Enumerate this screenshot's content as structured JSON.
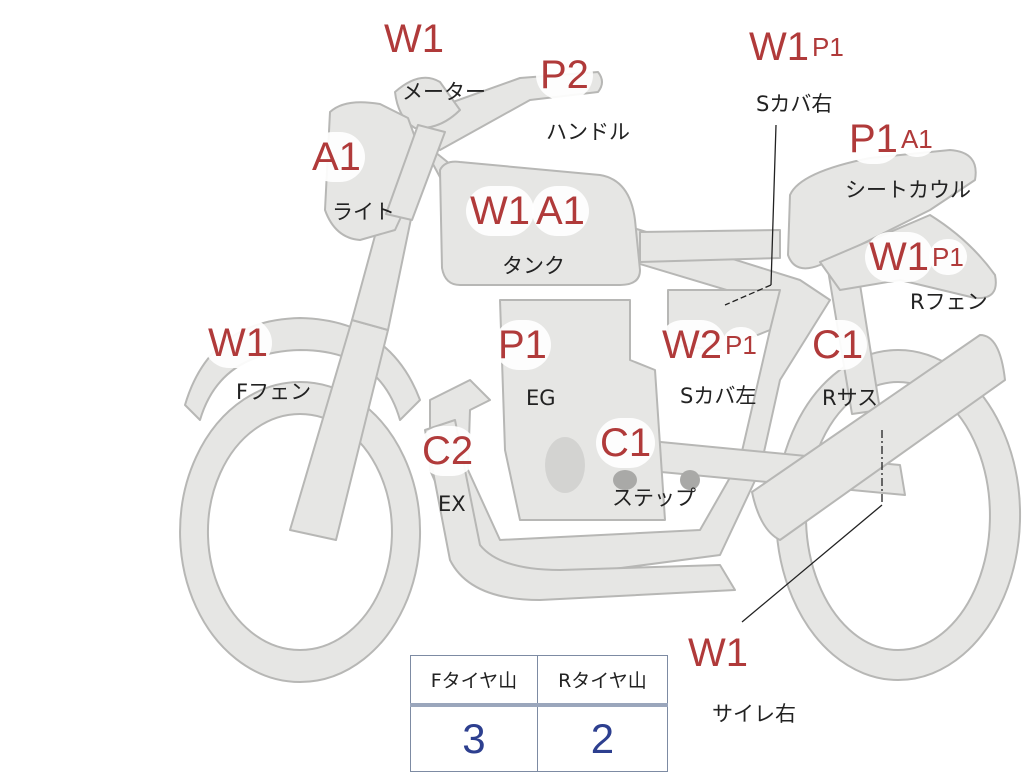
{
  "parts": {
    "meter": {
      "label": "メーター",
      "codes": [
        "W1"
      ]
    },
    "handle": {
      "label": "ハンドル",
      "codes": [
        "P2"
      ]
    },
    "light": {
      "label": "ライト",
      "codes": [
        "A1"
      ]
    },
    "tank": {
      "label": "タンク",
      "codes": [
        "W1",
        "A1"
      ]
    },
    "s_cover_right": {
      "label": "Sカバ右",
      "codes": [
        "W1",
        "P1"
      ]
    },
    "seat_cowl": {
      "label": "シートカウル",
      "codes": [
        "P1",
        "A1"
      ]
    },
    "r_fender": {
      "label": "Rフェン",
      "codes": [
        "W1",
        "P1"
      ]
    },
    "f_fender": {
      "label": "Fフェン",
      "codes": [
        "W1"
      ]
    },
    "engine": {
      "label": "EG",
      "codes": [
        "P1"
      ]
    },
    "s_cover_left": {
      "label": "Sカバ左",
      "codes": [
        "W2",
        "P1"
      ]
    },
    "r_suspension": {
      "label": "Rサス",
      "codes": [
        "C1"
      ]
    },
    "exhaust": {
      "label": "EX",
      "codes": [
        "C2"
      ]
    },
    "step": {
      "label": "ステップ",
      "codes": [
        "C1"
      ]
    },
    "muffler_right": {
      "label": "サイレ右",
      "codes": [
        "W1"
      ]
    }
  },
  "tire_table": {
    "headers": [
      "Fタイヤ山",
      "Rタイヤ山"
    ],
    "values": [
      "3",
      "2"
    ]
  },
  "colors": {
    "code_text": "#b03a3a",
    "body_fill": "#e6e6e4",
    "body_stroke": "#b7b7b5",
    "table_border": "#7d8ba3",
    "table_value": "#2d3f8f"
  }
}
